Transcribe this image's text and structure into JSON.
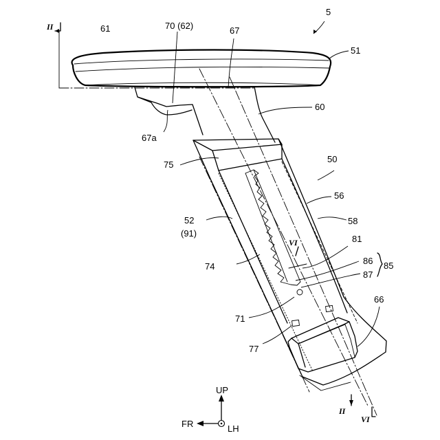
{
  "figure": {
    "ref_5": "5",
    "ref_51": "51",
    "ref_61": "61",
    "ref_70": "70 (62)",
    "ref_67": "67",
    "ref_60": "60",
    "ref_67a": "67a",
    "ref_75": "75",
    "ref_50": "50",
    "ref_56": "56",
    "ref_58": "58",
    "ref_52": "52",
    "ref_91": "(91)",
    "ref_81": "81",
    "ref_86": "86",
    "ref_85": "85",
    "ref_87": "87",
    "ref_74": "74",
    "ref_71": "71",
    "ref_66": "66",
    "ref_77": "77",
    "section_ii_top": "II",
    "section_ii_bottom": "II",
    "section_vi_mid": "VI",
    "section_vi_bottom": "VI"
  },
  "orientation": {
    "up": "UP",
    "front": "FR",
    "left_hand": "LH"
  }
}
